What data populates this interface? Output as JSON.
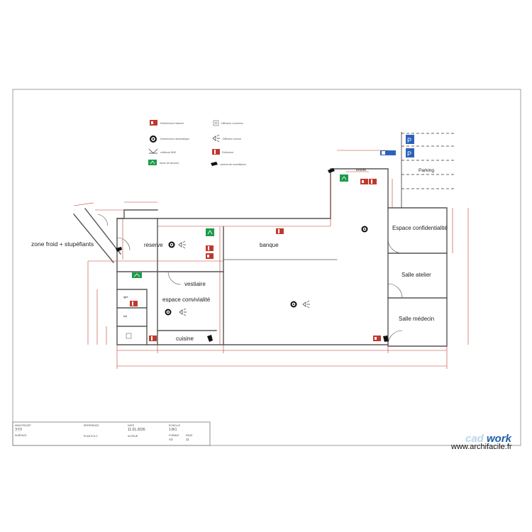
{
  "legend": {
    "manual_trigger": "Déclencheur Manuel",
    "light_diffuser": "Diffuseur Lumineux",
    "auto_trigger": "Déclencheur automatique",
    "sound_diffuser": "Diffuseur sonore",
    "baes": "veilleuse BAE",
    "extinguisher": "Extincteur",
    "exit": "Issue de secours",
    "camera": "camera de surveillance"
  },
  "rooms": {
    "zone_froid": "zone froid + stupéfiants",
    "reserve": "reserve",
    "banque": "banque",
    "vestiaire": "vestiaire",
    "espace_convivialite": "espace convivialité",
    "cuisine": "cuisine",
    "espace_confidentialite": "Espace confidentialité",
    "salle_atelier": "Salle atelier",
    "salle_medecin": "Salle médecin",
    "parking": "Parking",
    "entree": "entrée",
    "lght": "lght",
    "toil": "toil"
  },
  "parking_signs": [
    "P",
    "P"
  ],
  "title_block": {
    "name_label": "NOM PROJET",
    "name_value": "???",
    "subname": "SURFACE",
    "ref_label": "REFERENCE",
    "ref_value": "PLAN R.D.C",
    "date_label": "DATE",
    "date_value": "11.01.2026",
    "author_label": "AUTEUR",
    "scale_label": "ECHELLE",
    "scale_value": "1:8r1",
    "format_label": "FORMAT",
    "format_value": "A3",
    "page_label": "PAGE",
    "page_value": "11"
  },
  "brand": {
    "cad": "cad",
    "work": "work",
    "url": "www.archifacile.fr"
  },
  "colors": {
    "wall": "#555555",
    "dimension": "#c0392b",
    "exit": "#1d9b4a",
    "fire": "#c0392b",
    "sign": "#2b63b8"
  }
}
